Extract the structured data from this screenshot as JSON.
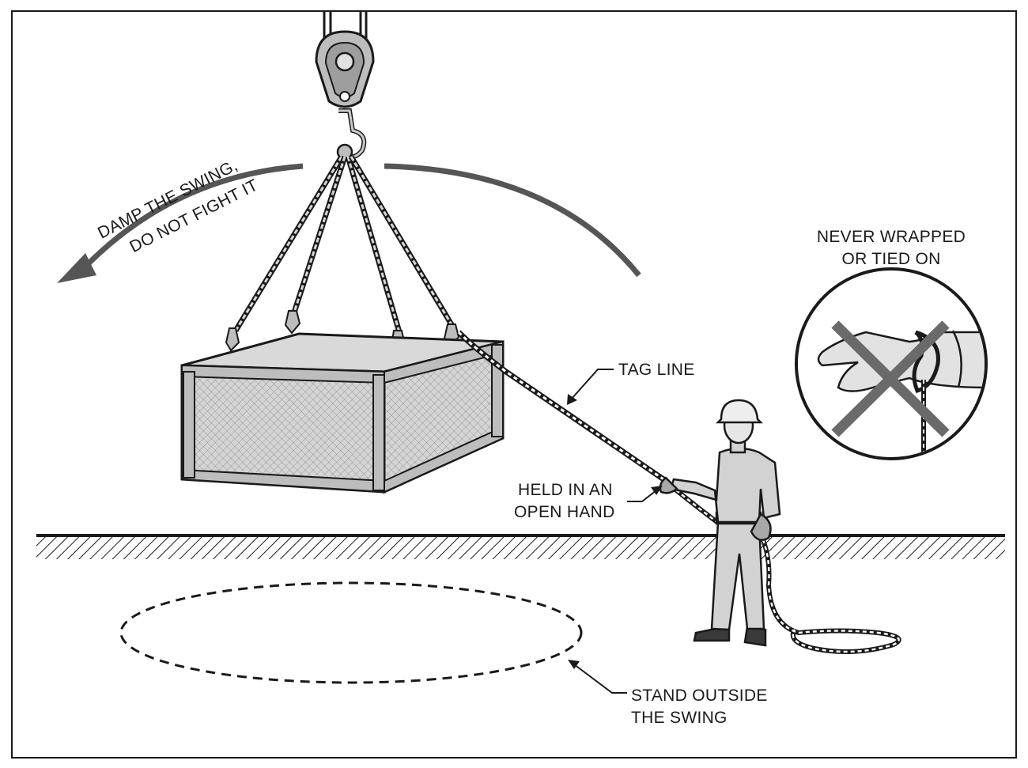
{
  "labels": {
    "swing_line1": "DAMP THE SWING,",
    "swing_line2": "DO NOT FIGHT IT",
    "tag_line": "TAG LINE",
    "held_line1": "HELD IN AN",
    "held_line2": "OPEN HAND",
    "stand_line1": "STAND OUTSIDE",
    "stand_line2": "THE SWING",
    "never_line1": "NEVER WRAPPED",
    "never_line2": "OR TIED ON"
  },
  "icons": {
    "swing_arrow": "curved-arrow-icon",
    "prohibited": "x-mark-icon"
  },
  "colors": {
    "ink": "#1a1a1a",
    "arrow": "#555555",
    "x_mark": "#6a6a6a",
    "fill_light": "#d9d9d9",
    "fill_mid": "#bdbdbd"
  }
}
